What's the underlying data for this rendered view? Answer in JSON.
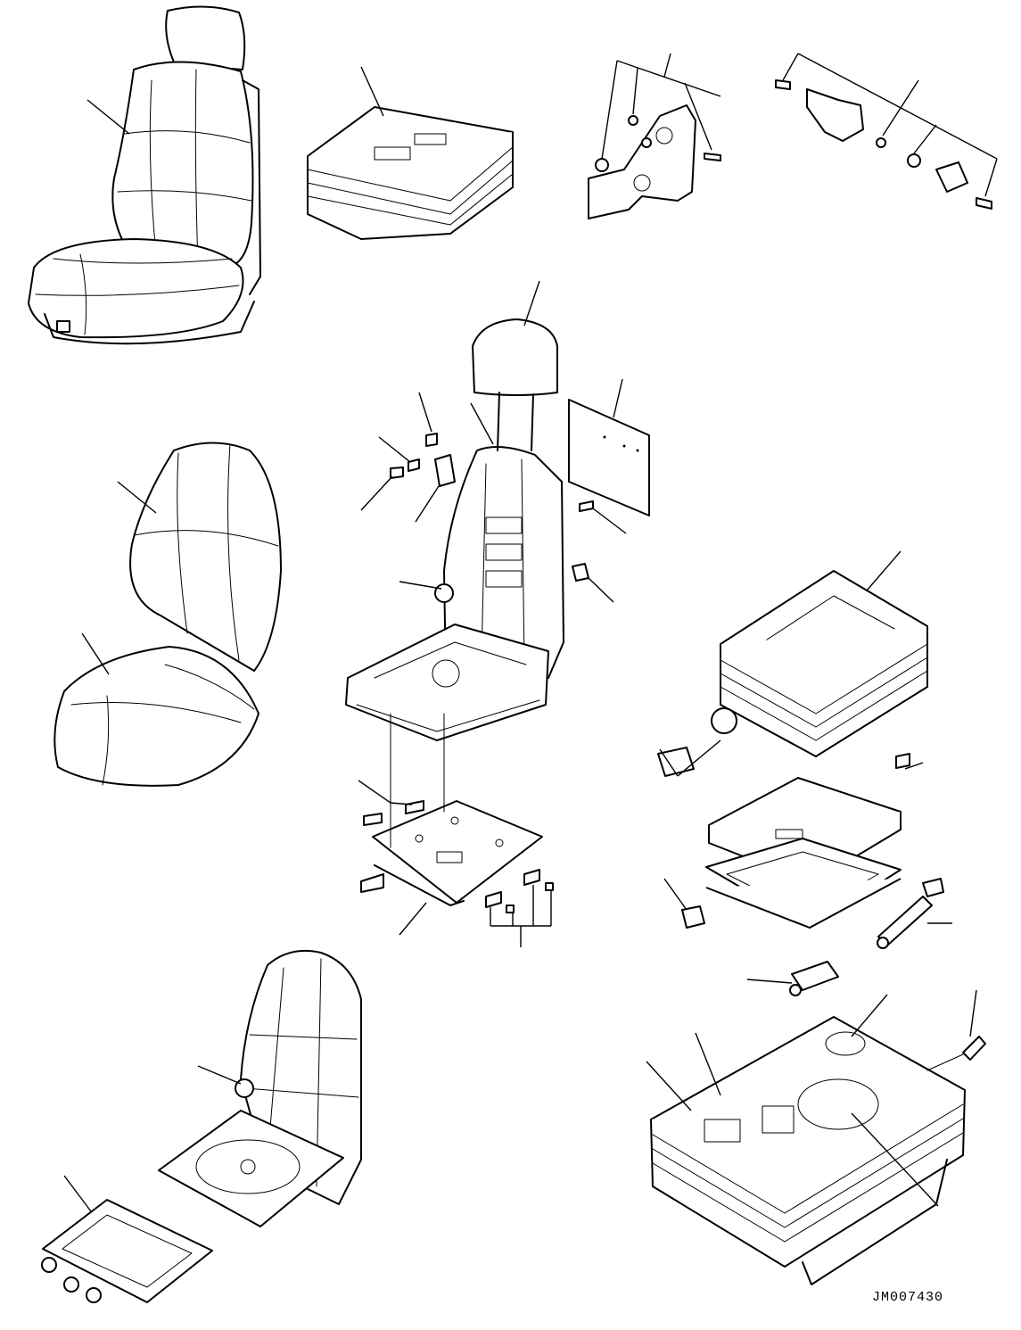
{
  "drawing": {
    "code": "JM007430"
  },
  "parts": [
    {
      "id": "seat-assembly",
      "icon": "seat-icon"
    },
    {
      "id": "suspension-unit-top",
      "icon": "suspension-icon"
    },
    {
      "id": "side-bracket",
      "icon": "bracket-icon"
    },
    {
      "id": "lever-assembly",
      "icon": "lever-icon"
    },
    {
      "id": "seat-covers",
      "icon": "cushion-icon"
    },
    {
      "id": "seat-frame",
      "icon": "frame-icon"
    },
    {
      "id": "headrest",
      "icon": "headrest-icon"
    },
    {
      "id": "back-panel",
      "icon": "panel-icon"
    },
    {
      "id": "bellows-cover",
      "icon": "bellows-icon"
    },
    {
      "id": "slide-plate",
      "icon": "plate-icon"
    },
    {
      "id": "suspension-mechanism",
      "icon": "mechanism-icon"
    },
    {
      "id": "damper",
      "icon": "damper-icon"
    },
    {
      "id": "frame-variant",
      "icon": "frame-icon"
    },
    {
      "id": "suspension-base",
      "icon": "suspension-icon"
    }
  ]
}
